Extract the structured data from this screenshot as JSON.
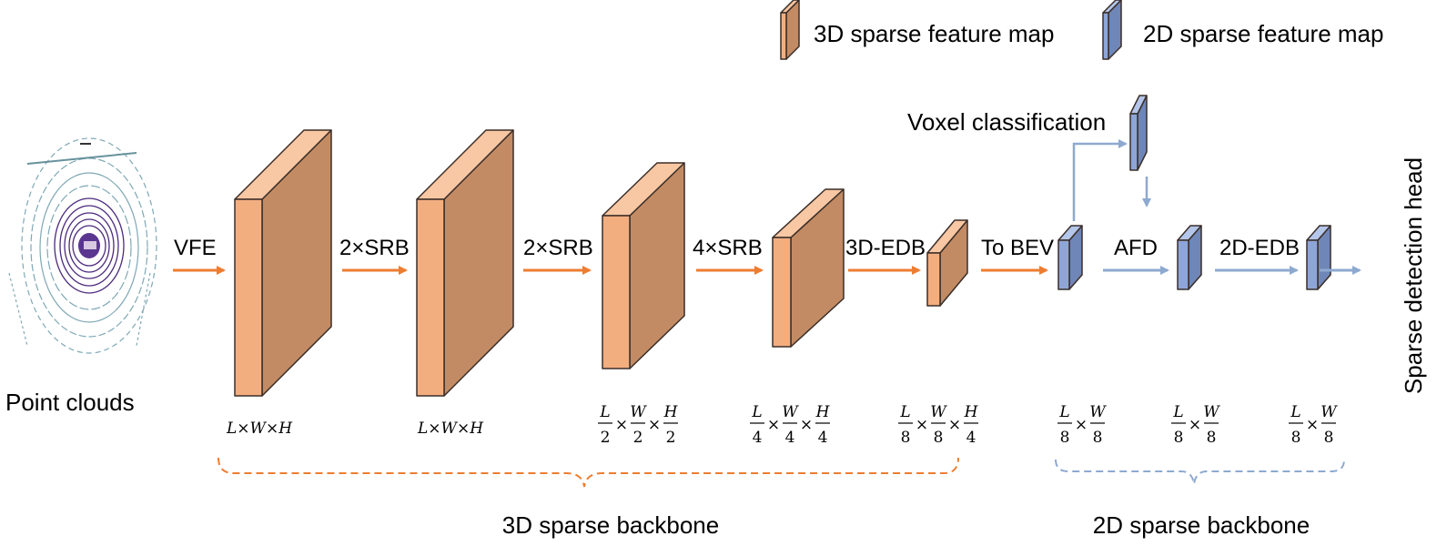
{
  "legend": {
    "items": [
      {
        "label": "3D sparse feature map",
        "kind": "3d"
      },
      {
        "label": "2D sparse feature map",
        "kind": "2d"
      }
    ]
  },
  "colors": {
    "orange_front": "#f3ae80",
    "orange_side": "#c38b64",
    "orange_top": "#f8c7a3",
    "orange_arrow": "#ed7d31",
    "blue_front": "#8ea5d8",
    "blue_side": "#6f86b8",
    "blue_top": "#b4c6ea",
    "blue_arrow": "#8ea9d0"
  },
  "input": {
    "label": "Point clouds"
  },
  "steps": [
    "VFE",
    "2×SRB",
    "2×SRB",
    "4×SRB",
    "3D-EDB",
    "To BEV",
    "AFD",
    "2D-EDB"
  ],
  "voxel_label": "Voxel classification",
  "head_label": "Sparse detection head",
  "dims": [
    {
      "text": "L×W×H"
    },
    {
      "text": "L×W×H"
    },
    {
      "fractions": [
        [
          "L",
          "2"
        ],
        [
          "W",
          "2"
        ],
        [
          "H",
          "2"
        ]
      ]
    },
    {
      "fractions": [
        [
          "L",
          "4"
        ],
        [
          "W",
          "4"
        ],
        [
          "H",
          "4"
        ]
      ]
    },
    {
      "fractions": [
        [
          "L",
          "8"
        ],
        [
          "W",
          "8"
        ],
        [
          "H",
          "4"
        ]
      ]
    },
    {
      "fractions": [
        [
          "L",
          "8"
        ],
        [
          "W",
          "8"
        ]
      ]
    },
    {
      "fractions": [
        [
          "L",
          "8"
        ],
        [
          "W",
          "8"
        ]
      ]
    },
    {
      "fractions": [
        [
          "L",
          "8"
        ],
        [
          "W",
          "8"
        ]
      ]
    }
  ],
  "groups": [
    {
      "label": "3D sparse backbone"
    },
    {
      "label": "2D sparse backbone"
    }
  ]
}
